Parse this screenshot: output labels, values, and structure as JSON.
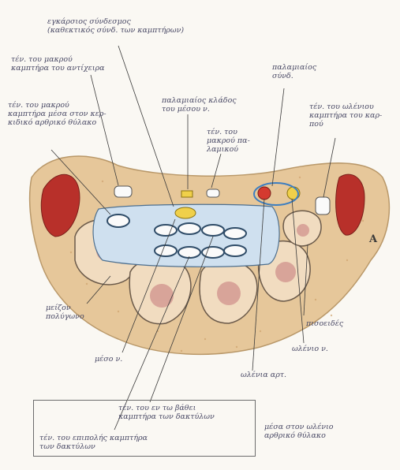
{
  "labels": {
    "flexor_retinaculum": "εγκάρσιος σύνδεσμος\n(καθεκτικός σύνδ. των καμπτήρων)",
    "flexor_pollicis_longus": "τέν. του μακρού\nκαμπτήρα του αντίχειρα",
    "flexor_carpi_radialis": "τέν. του μακρού\nκαμπτήρα μέσα στον κερ-\nκιδικό αρθρικό θύλακο",
    "palmaris_longus": "παλαμιαίος κλάδος\nτου μέσου ν.",
    "ulnar_artery_nerve": "παλαμιαίος\nσύνδ.",
    "flexor_carpi_ulnaris": "τέν. του ωλένιου\nκαμπτήρα του καρ-\nπού",
    "palmaris_longus_tendon": "τέν. του\nμακρού πα-\nλαμικού",
    "plate_a": "A",
    "trapezium": "μείζον\nπολύγωνο",
    "median_nerve": "μέσο ν.",
    "pisiform": "πισοειδές",
    "ulnar_nerve": "ωλένιο ν.",
    "ulnar_artery": "ωλένια αρτ.",
    "superficial_flexor": "τέν. του εν τω βάθει\nκαμπτήρα των δακτύλων",
    "deep_flexor": "τέν. του επιπολής καμπτήρα\nτων δακτύλων",
    "ulnar_bursa": "μέσα στον ωλένιο\nαρθρικό θύλακο"
  }
}
